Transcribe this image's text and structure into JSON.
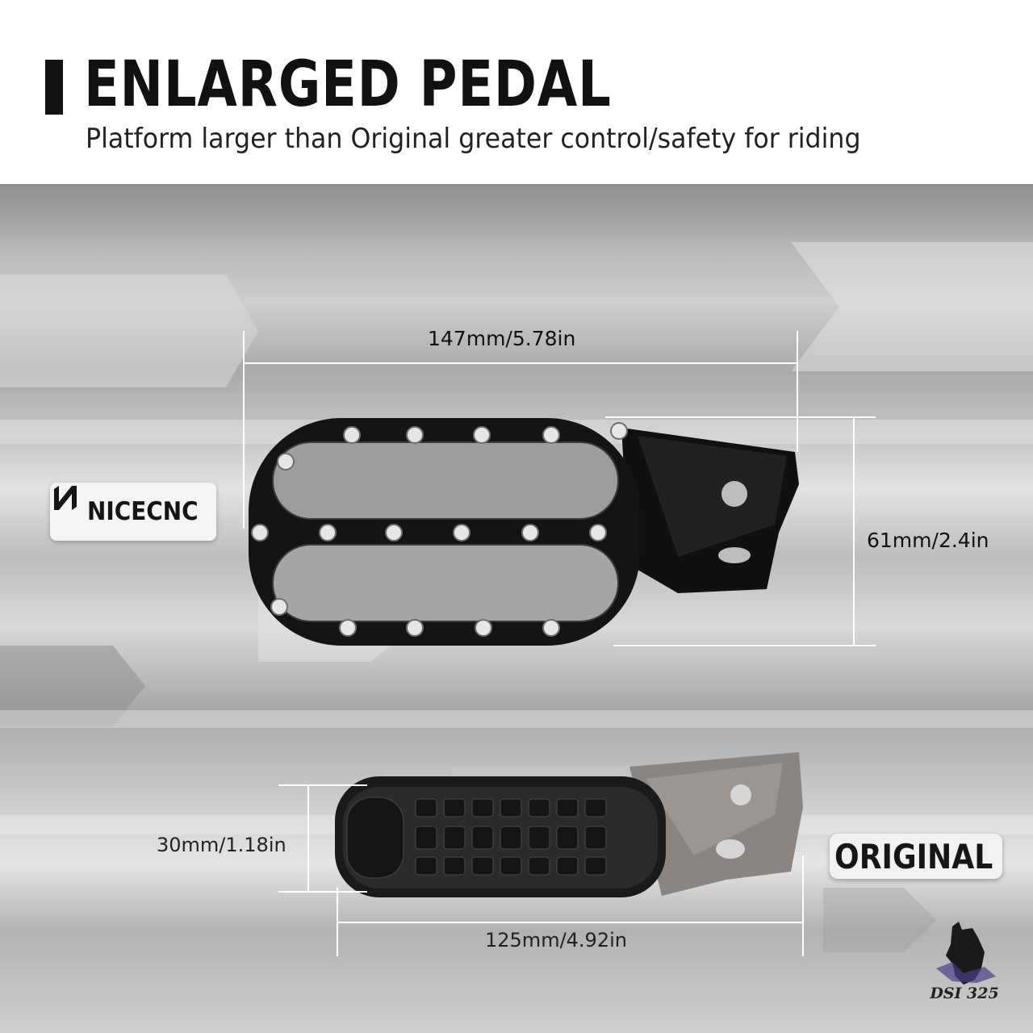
{
  "header": {
    "title": "ENLARGED PEDAL",
    "subtitle": "Platform larger than Original greater control/safety for riding"
  },
  "brand": {
    "name": "NICECNC",
    "icon": "nicecnc-logo-icon"
  },
  "dimensions": {
    "new_width": "147mm/5.78in",
    "new_height": "61mm/2.4in",
    "original_height": "30mm/1.18in",
    "original_width": "125mm/4.92in"
  },
  "original_label": "ORIGINAL",
  "watermark": {
    "text": "DSI 325",
    "icon": "horse-head-icon"
  },
  "colors": {
    "title": "#111111",
    "pedal_black": "#141414",
    "original_metal": "#8a8580",
    "background_gray": "#c4c4c4"
  }
}
